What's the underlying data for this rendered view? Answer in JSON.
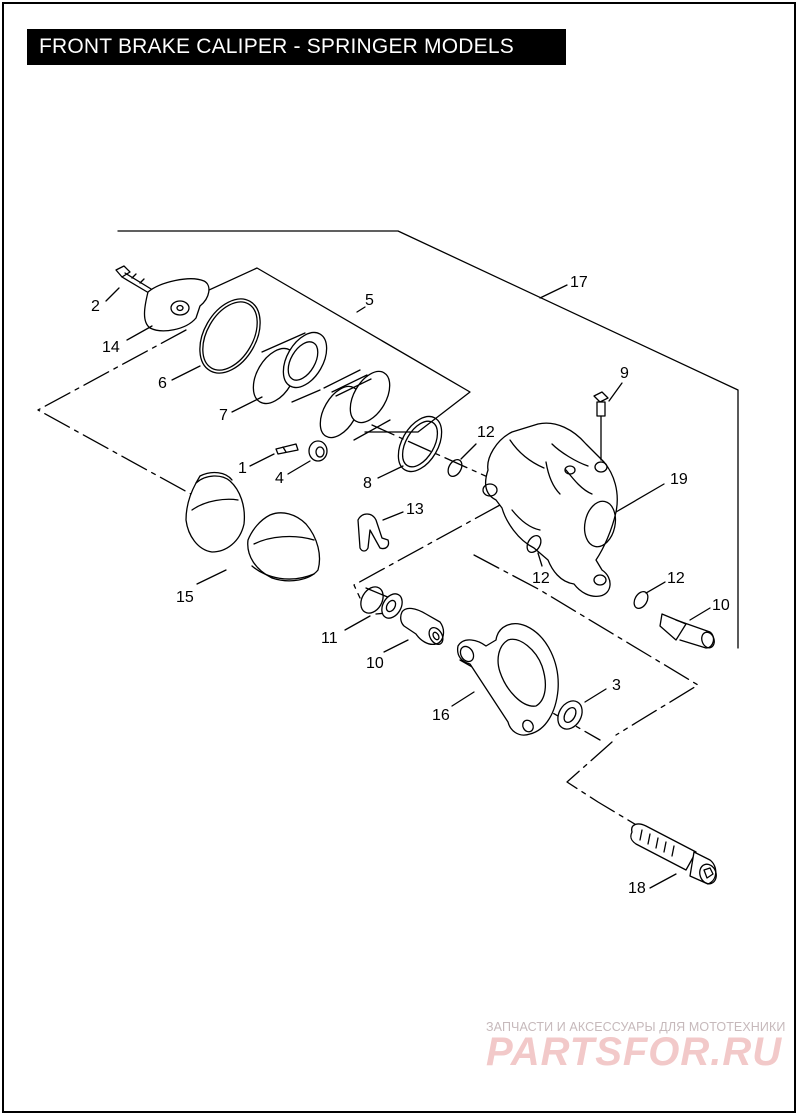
{
  "title": "FRONT BRAKE CALIPER - SPRINGER MODELS",
  "callouts": {
    "c1": "1",
    "c2": "2",
    "c3": "3",
    "c4": "4",
    "c5": "5",
    "c6": "6",
    "c7": "7",
    "c8": "8",
    "c9": "9",
    "c10a": "10",
    "c10b": "10",
    "c11": "11",
    "c12a": "12",
    "c12b": "12",
    "c12c": "12",
    "c13": "13",
    "c14": "14",
    "c15": "15",
    "c16": "16",
    "c17": "17",
    "c18": "18",
    "c19": "19"
  },
  "watermark": {
    "tagline": "ЗАПЧАСТИ И АКСЕССУАРЫ ДЛЯ МОТОТЕХНИКИ",
    "logo": "PARTSFOR.RU"
  }
}
